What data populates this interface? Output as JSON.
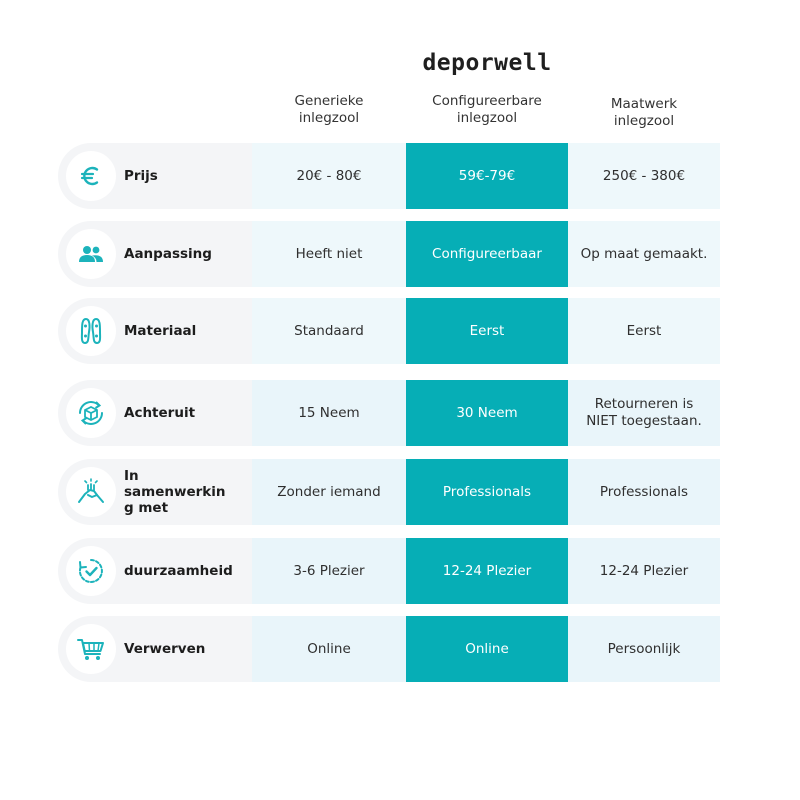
{
  "brand": "deporwell",
  "columns": [
    {
      "label": "Generieke\ninlegzool"
    },
    {
      "label": "Configureerbare\ninlegzool"
    },
    {
      "label": "Maatwerk\ninlegzool"
    }
  ],
  "colors": {
    "accent": "#06aeb6",
    "icon": "#1cb3bb",
    "label_bg": "#f4f5f7",
    "cell_bg": "#eef8fb"
  },
  "rows": [
    {
      "label": "Prijs",
      "icon": "euro-icon",
      "values": [
        "20€ - 80€",
        "59€-79€",
        "250€ - 380€"
      ]
    },
    {
      "label": "Aanpassing",
      "icon": "people-icon",
      "values": [
        "Heeft niet",
        "Configureerbaar",
        "Op maat gemaakt."
      ]
    },
    {
      "label": "Materiaal",
      "icon": "insoles-icon",
      "values": [
        "Standaard",
        "Eerst",
        "Eerst"
      ]
    },
    {
      "label": "Achteruit",
      "icon": "return-box-icon",
      "values": [
        "15 Neem",
        "30 Neem",
        "Retourneren is\nNIET toegestaan."
      ]
    },
    {
      "label": "In\nsamenwerkin\ng met",
      "icon": "handshake-icon",
      "values": [
        "Zonder iemand",
        "Professionals",
        "Professionals"
      ]
    },
    {
      "label": "duurzaamheid",
      "icon": "clock-check-icon",
      "values": [
        "3-6 Plezier",
        "12-24 Plezier",
        "12-24 Plezier"
      ]
    },
    {
      "label": "Verwerven",
      "icon": "cart-icon",
      "values": [
        "Online",
        "Online",
        "Persoonlijk"
      ]
    }
  ]
}
